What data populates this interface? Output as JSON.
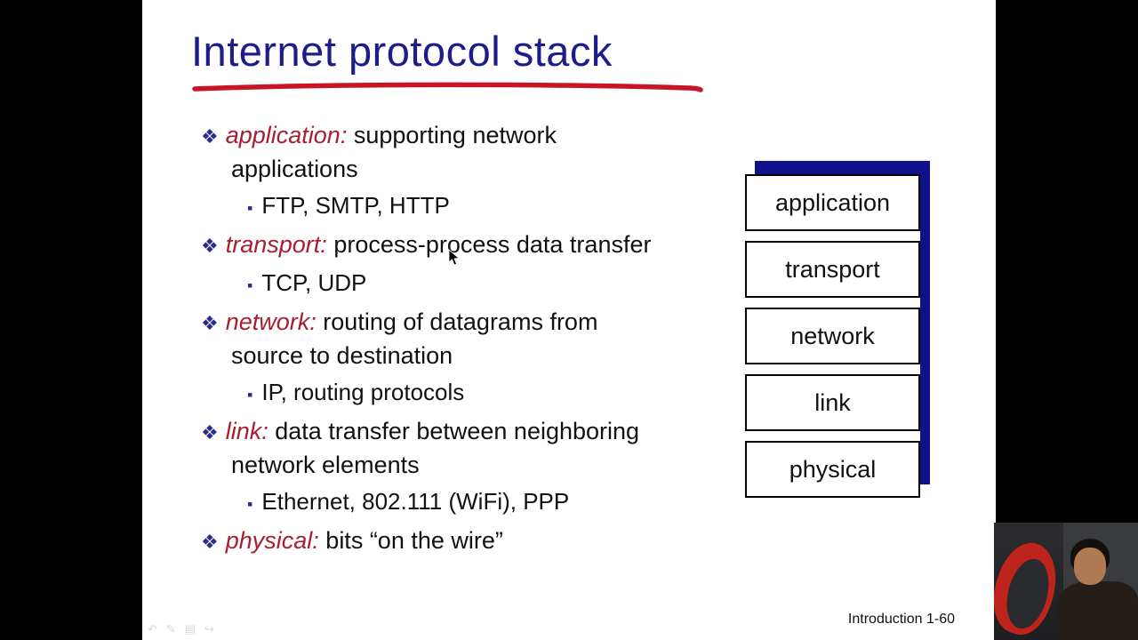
{
  "slide": {
    "title": "Internet protocol stack",
    "bullet_marker": "❖",
    "sub_marker": "▪",
    "bullets": [
      {
        "term": "application:",
        "text": "supporting network applications",
        "sub": "FTP, SMTP, HTTP"
      },
      {
        "term": "transport:",
        "text": "process-process data transfer",
        "sub": "TCP, UDP"
      },
      {
        "term": "network:",
        "text": "routing of datagrams from source to destination",
        "sub": "IP, routing protocols"
      },
      {
        "term": "link:",
        "text": "data transfer between neighboring  network elements",
        "sub": "Ethernet, 802.111 (WiFi), PPP"
      },
      {
        "term": "physical:",
        "text": "bits “on the wire”"
      }
    ],
    "stack_layers": [
      "application",
      "transport",
      "network",
      "link",
      "physical"
    ],
    "footer": "Introduction 1-60"
  },
  "toolbar": {
    "icons": [
      {
        "name": "undo-icon",
        "glyph": "↶"
      },
      {
        "name": "pen-icon",
        "glyph": "✎"
      },
      {
        "name": "grid-icon",
        "glyph": "▤"
      },
      {
        "name": "forward-icon",
        "glyph": "↪"
      }
    ]
  },
  "colors": {
    "title_blue": "#1c1c8a",
    "underline_red": "#c81424",
    "term_red": "#a81e32",
    "stack_shadow_blue": "#10108c"
  }
}
